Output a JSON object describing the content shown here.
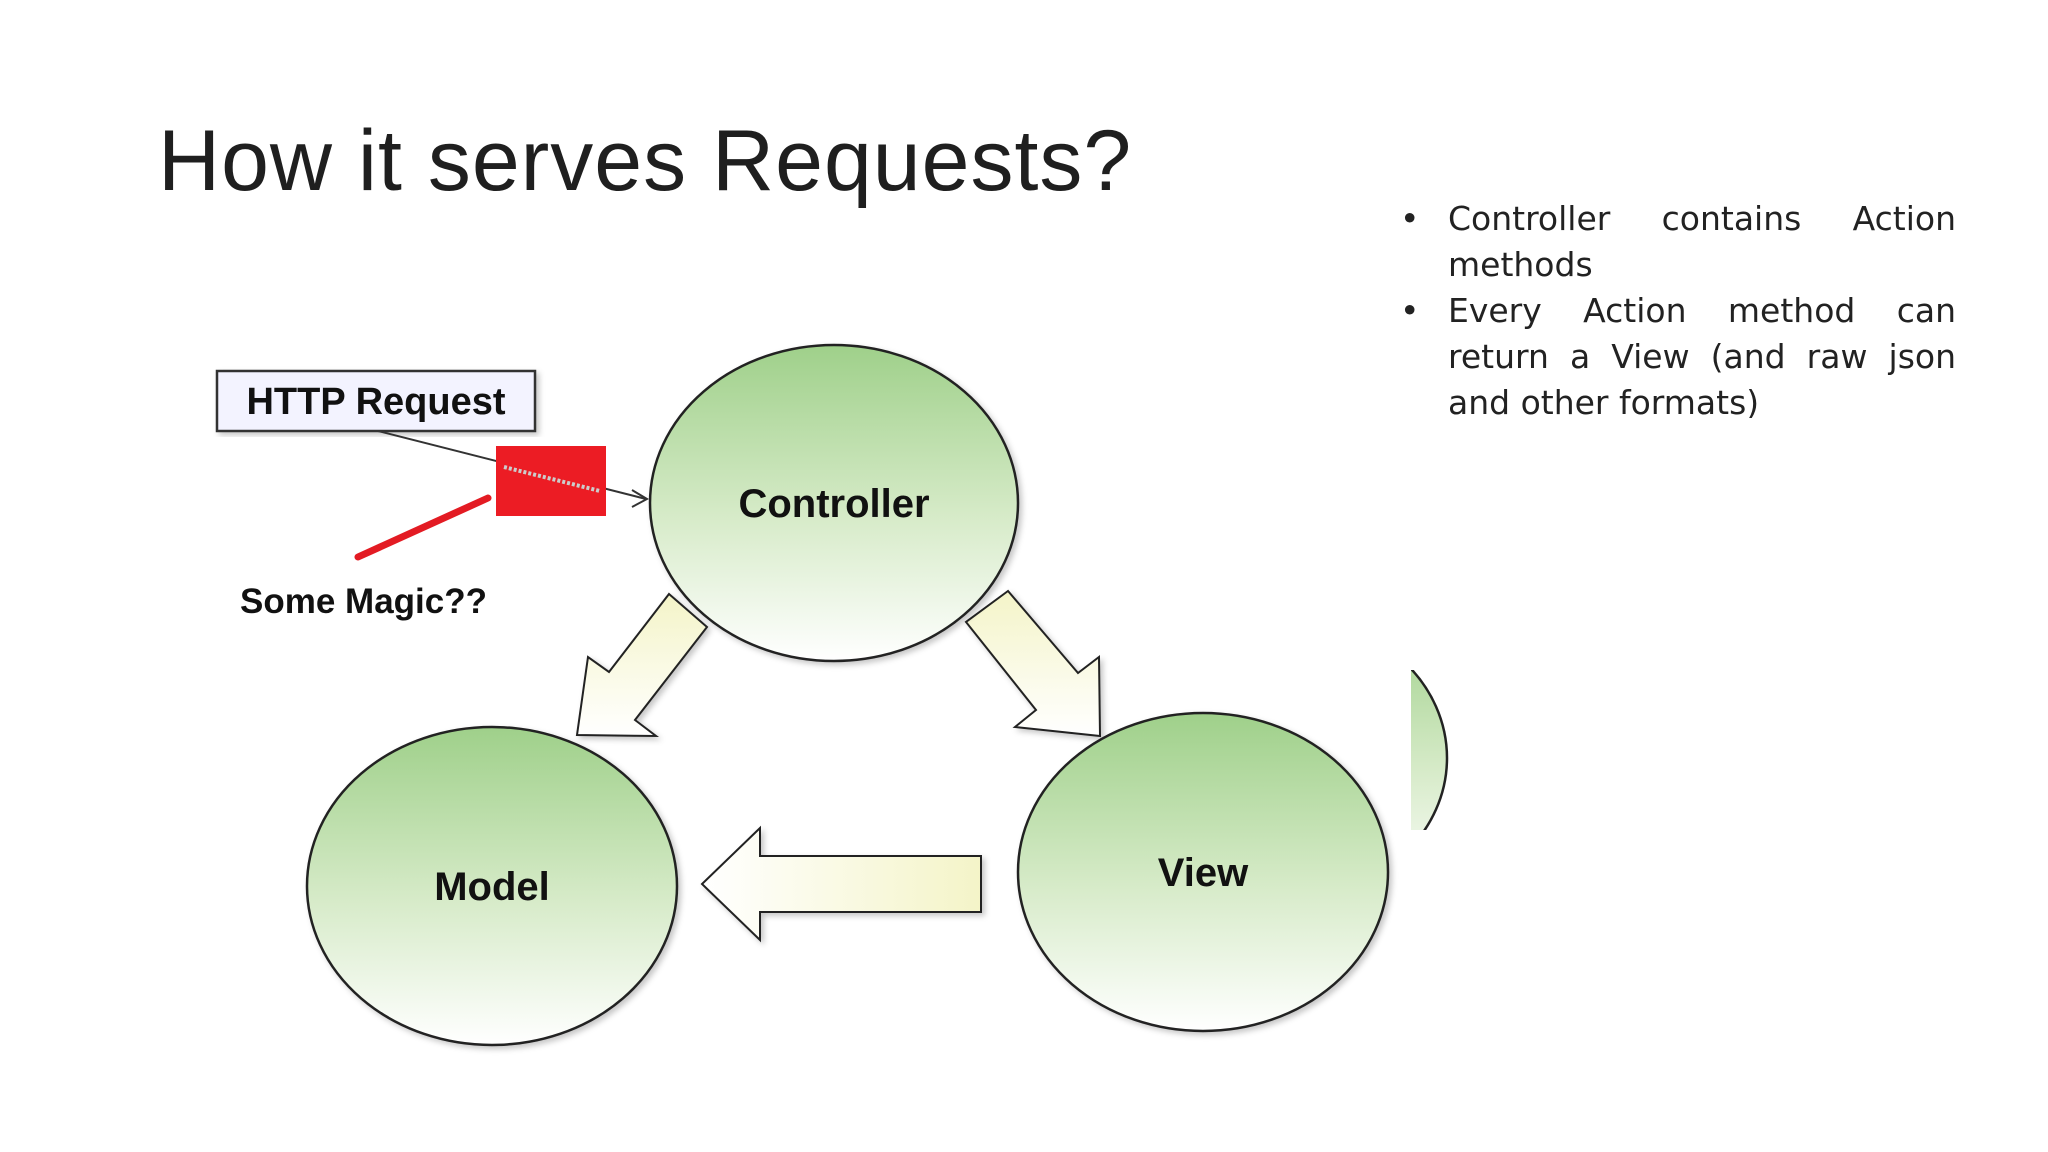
{
  "slide": {
    "title": "How it serves Requests?"
  },
  "bullets": [
    "Controller contains Action methods",
    "Every Action method can return a View (and raw json and other formats)"
  ],
  "diagram": {
    "http_request_label": "HTTP Request",
    "magic_label": "Some Magic??",
    "controller_label": "Controller",
    "model_label": "Model",
    "view_label": "View"
  },
  "colors": {
    "node_green": "#9fd08a",
    "node_light": "#ffffff",
    "arrow_fill": "#f8f8d8",
    "redaction_red": "#ec1c24",
    "title_text": "#1f1f1f"
  }
}
